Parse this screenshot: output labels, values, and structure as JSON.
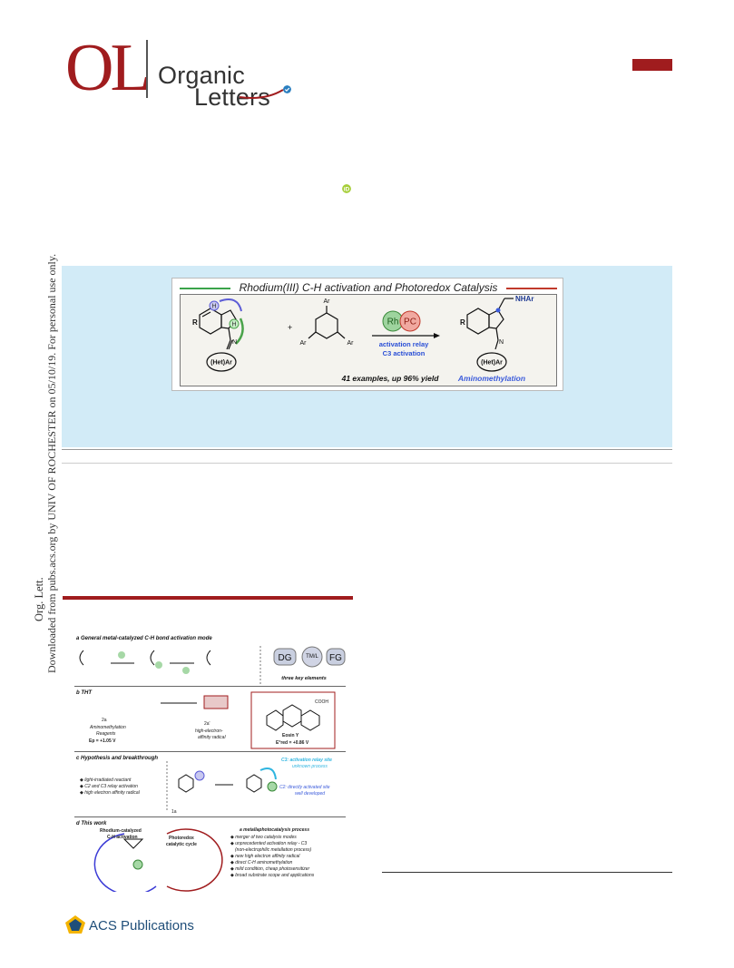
{
  "header": {
    "journal_mark": "OL",
    "journal_name_line1": "Organic",
    "journal_name_line2": "Letters"
  },
  "watermark": {
    "line1": "Org. Lett.",
    "line2": "Downloaded from pubs.acs.org by UNIV OF ROCHESTER on 05/10/19. For personal use only."
  },
  "toc_graphic": {
    "title": "Rhodium(III) C-H activation and Photoredox Catalysis",
    "catalysts": [
      "Rh",
      "PC"
    ],
    "arrow_label_1": "activation relay",
    "arrow_label_2": "C3 activation",
    "substituent_r": "R",
    "het_ar": "(Het)Ar",
    "product_group": "NHAr",
    "reagent_ar": "Ar",
    "plus": "+",
    "footer_examples": "41 examples, up 96% yield",
    "footer_reaction": "Aminomethylation"
  },
  "figure": {
    "a_title": "General metal-catalyzed C-H bond activation mode",
    "a_elements": [
      "DG",
      "TM/L",
      "FG"
    ],
    "a_caption": "three key elements",
    "b_title": "THT",
    "b_reagent_label": "2a",
    "b_reagent_desc_1": "Aminomethylation",
    "b_reagent_desc_2": "Reagents",
    "b_potential": "Ep = +1.05 V",
    "b_radical": "2a'",
    "b_radical_desc_1": "high-electron-",
    "b_radical_desc_2": "affinity radical",
    "b_eosin": "Eosin Y",
    "b_eosin_potential": "E°red = +0.86 V",
    "b_cooh": "COOH",
    "c_title": "Hypothesis and breakthrough",
    "c_bullets": [
      "light-irradiated reactant",
      "C2 and C3 relay activation",
      "high electron affinity radical"
    ],
    "c_compound": "1a",
    "c_c3_note_1": "C3: activation relay site",
    "c_c3_note_2": "unknown process",
    "c_c2_note_1": "C2: directly activated site",
    "c_c2_note_2": "well developed",
    "d_title": "This work",
    "d_cycle_1": "Rhodium-catalyzed",
    "d_cycle_1b": "C-H activation",
    "d_cycle_2": "Photoredox",
    "d_cycle_2b": "catalytic cycle",
    "d_process": "a metallaphotocatalysis process",
    "d_bullets": [
      "merger of two catalysis modes",
      "unprecedented activation relay - C3",
      "(non-electrophilic metallation process)",
      "new high electron affinity radical",
      "direct C-H aminomethylation",
      "mild condition, cheap photosensitizer",
      "broad substrate scope and applications"
    ]
  },
  "footer": {
    "publisher": "ACS Publications"
  }
}
